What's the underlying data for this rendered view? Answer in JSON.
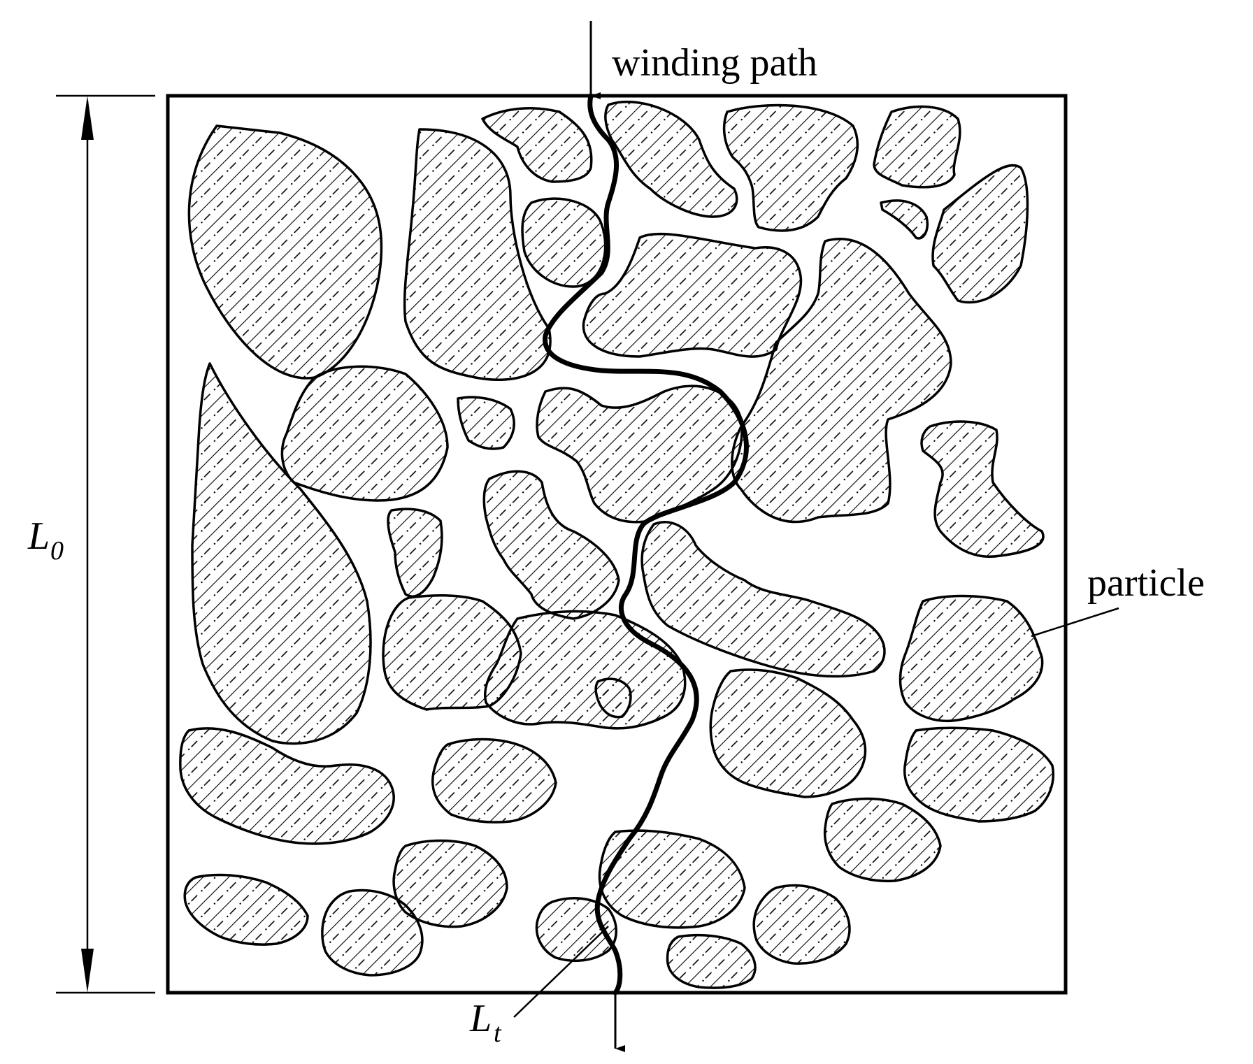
{
  "labels": {
    "winding_path": "winding path",
    "particle": "particle",
    "l0_main": "L",
    "l0_sub": "0",
    "lt_main": "L",
    "lt_sub": "t"
  },
  "colors": {
    "line": "#000000",
    "background": "#ffffff"
  }
}
